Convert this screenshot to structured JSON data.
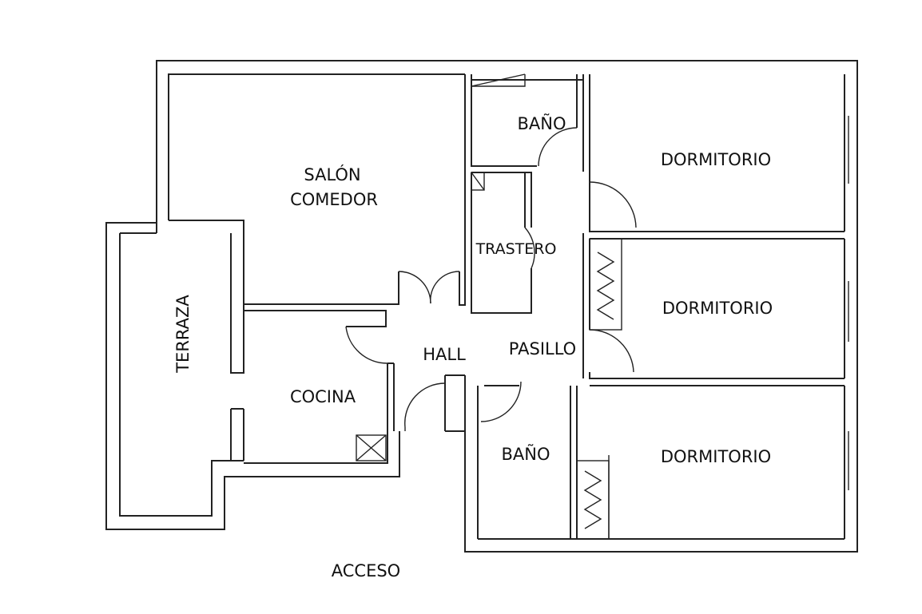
{
  "rooms": {
    "salon_line1": "SALÓN",
    "salon_line2": "COMEDOR",
    "bano_top": "BAÑO",
    "dormitorio_1": "DORMITORIO",
    "dormitorio_2": "DORMITORIO",
    "dormitorio_3": "DORMITORIO",
    "trastero": "TRASTERO",
    "terraza": "TERRAZA",
    "hall": "HALL",
    "pasillo": "PASILLO",
    "cocina": "COCINA",
    "bano_bottom": "BAÑO"
  },
  "entrance": "ACCESO",
  "colors": {
    "line": "#222222",
    "text": "#111111",
    "background": "#ffffff"
  }
}
